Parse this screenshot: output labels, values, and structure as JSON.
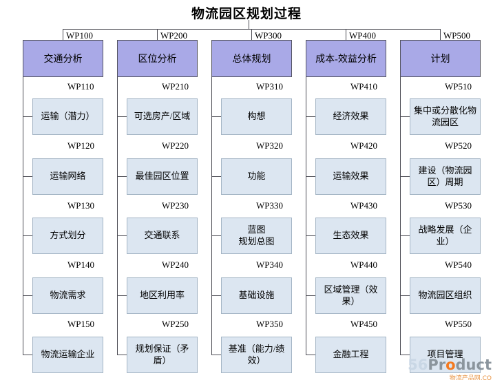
{
  "title": "物流园区规划过程",
  "colors": {
    "header_fill": "#a9a9e7",
    "header_border": "#53535f",
    "item_fill": "#dce6f1",
    "item_border": "#a3b4c4",
    "connector": "#4a4a52",
    "watermark_gray": "#8b959d",
    "watermark_orange": "#f4791f"
  },
  "columns": [
    {
      "code": "WP100",
      "title": "交通分析",
      "items": [
        {
          "code": "WP110",
          "label": "运输（潜力）"
        },
        {
          "code": "WP120",
          "label": "运输网络"
        },
        {
          "code": "WP130",
          "label": "方式划分"
        },
        {
          "code": "WP140",
          "label": "物流需求"
        },
        {
          "code": "WP150",
          "label": "物流运输企业"
        }
      ]
    },
    {
      "code": "WP200",
      "title": "区位分析",
      "items": [
        {
          "code": "WP210",
          "label": "可选房产/区域"
        },
        {
          "code": "WP220",
          "label": "最佳园区位置"
        },
        {
          "code": "WP230",
          "label": "交通联系"
        },
        {
          "code": "WP240",
          "label": "地区利用率"
        },
        {
          "code": "WP250",
          "label": "规划保证（矛盾）"
        }
      ]
    },
    {
      "code": "WP300",
      "title": "总体规划",
      "items": [
        {
          "code": "WP310",
          "label": "构想"
        },
        {
          "code": "WP320",
          "label": "功能"
        },
        {
          "code": "WP330",
          "label": "蓝图\n规划总图"
        },
        {
          "code": "WP340",
          "label": "基础设施"
        },
        {
          "code": "WP350",
          "label": "基准（能力/绩效）"
        }
      ]
    },
    {
      "code": "WP400",
      "title": "成本-效益分析",
      "items": [
        {
          "code": "WP410",
          "label": "经济效果"
        },
        {
          "code": "WP420",
          "label": "运输效果"
        },
        {
          "code": "WP430",
          "label": "生态效果"
        },
        {
          "code": "WP440",
          "label": "区域管理（效果）"
        },
        {
          "code": "WP450",
          "label": "金融工程"
        }
      ]
    },
    {
      "code": "WP500",
      "title": "计划",
      "items": [
        {
          "code": "WP510",
          "label": "集中或分散化物流园区"
        },
        {
          "code": "WP520",
          "label": "建设（物流园区）周期"
        },
        {
          "code": "WP530",
          "label": "战略发展（企业）"
        },
        {
          "code": "WP540",
          "label": "物流园区组织"
        },
        {
          "code": "WP550",
          "label": "项目管理"
        }
      ]
    }
  ],
  "watermark": {
    "prefix": "56",
    "word_p1": "Pr",
    "word_o": "o",
    "word_p2": "duct",
    "subline": "物流产品网.CO"
  }
}
